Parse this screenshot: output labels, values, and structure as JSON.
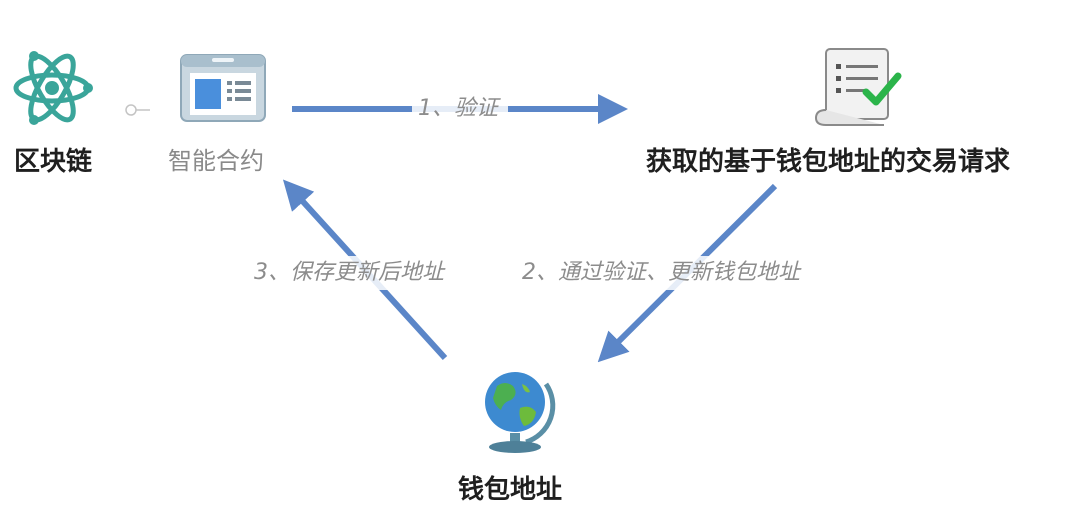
{
  "nodes": {
    "blockchain": {
      "label": "区块链",
      "icon": "atom-icon"
    },
    "smart_contract": {
      "label": "智能合约",
      "icon": "app-window-icon"
    },
    "transaction_request": {
      "label": "获取的基于钱包地址的交易请求",
      "icon": "document-check-icon"
    },
    "wallet_address": {
      "label": "钱包地址",
      "icon": "globe-icon"
    }
  },
  "edges": {
    "verify": {
      "label": "1、验证"
    },
    "verified_update": {
      "label": "2、通过验证、更新钱包地址"
    },
    "save_updated": {
      "label": "3、保存更新后地址"
    }
  },
  "colors": {
    "arrow": "#5b86c8",
    "atom": "#3aa59a",
    "check": "#2bb44a",
    "node_strong_text": "#1f1f1f",
    "node_muted_text": "#8a8a8a",
    "edge_text": "#8c8c8c"
  }
}
